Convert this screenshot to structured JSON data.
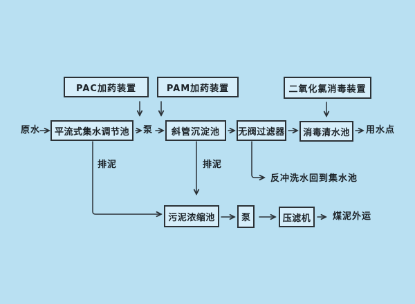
{
  "diagram": {
    "type": "process-flowchart",
    "colors": {
      "background": "#b9e0f2",
      "box_fill": "#d6eefa",
      "line": "#2b3136",
      "text": "#1b2126"
    },
    "nodes": {
      "pac": {
        "label": "PAC加药装置"
      },
      "pam": {
        "label": "PAM加药装置"
      },
      "clo2": {
        "label": "二氧化氯消毒装置"
      },
      "raw_water": {
        "label": "原水"
      },
      "reg_tank": {
        "label": "平流式集水调节池"
      },
      "pump_main": {
        "label": "泵"
      },
      "sed_tank": {
        "label": "斜管沉淀池"
      },
      "valveless_filter": {
        "label": "无阀过滤器"
      },
      "clean_tank": {
        "label": "消毒清水池"
      },
      "use_point": {
        "label": "用水点"
      },
      "drain_left": {
        "label": "排泥"
      },
      "drain_right": {
        "label": "排泥"
      },
      "backwash": {
        "label": "反冲洗水回到集水池"
      },
      "thickener": {
        "label": "污泥浓缩池"
      },
      "pump_sludge": {
        "label": "泵"
      },
      "filter_press": {
        "label": "压滤机"
      },
      "transport": {
        "label": "煤泥外运"
      }
    }
  }
}
